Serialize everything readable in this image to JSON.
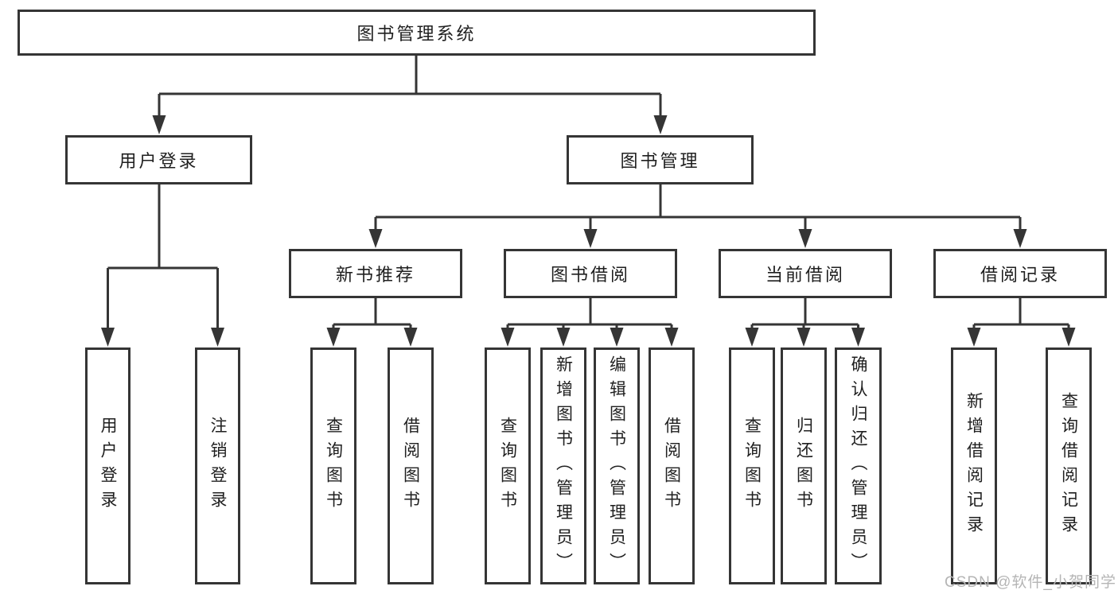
{
  "tree": {
    "label": "图书管理系统",
    "children": [
      {
        "label": "用户登录",
        "children": [
          {
            "label": "用户登录"
          },
          {
            "label": "注销登录"
          }
        ]
      },
      {
        "label": "图书管理",
        "children": [
          {
            "label": "新书推荐",
            "children": [
              {
                "label": "查询图书"
              },
              {
                "label": "借阅图书"
              }
            ]
          },
          {
            "label": "图书借阅",
            "children": [
              {
                "label": "查询图书"
              },
              {
                "label": "新增图书（管理员）"
              },
              {
                "label": "编辑图书（管理员）"
              },
              {
                "label": "借阅图书"
              }
            ]
          },
          {
            "label": "当前借阅",
            "children": [
              {
                "label": "查询图书"
              },
              {
                "label": "归还图书"
              },
              {
                "label": "确认归还（管理员）"
              }
            ]
          },
          {
            "label": "借阅记录",
            "children": [
              {
                "label": "新增借阅记录"
              },
              {
                "label": "查询借阅记录"
              }
            ]
          }
        ]
      }
    ]
  },
  "watermark": {
    "text": "CSDN @软件_小贺同学"
  },
  "colors": {
    "line": "#353535",
    "text": "#1f1f1f",
    "watermark": "#b5b5b5",
    "background": "#ffffff"
  }
}
